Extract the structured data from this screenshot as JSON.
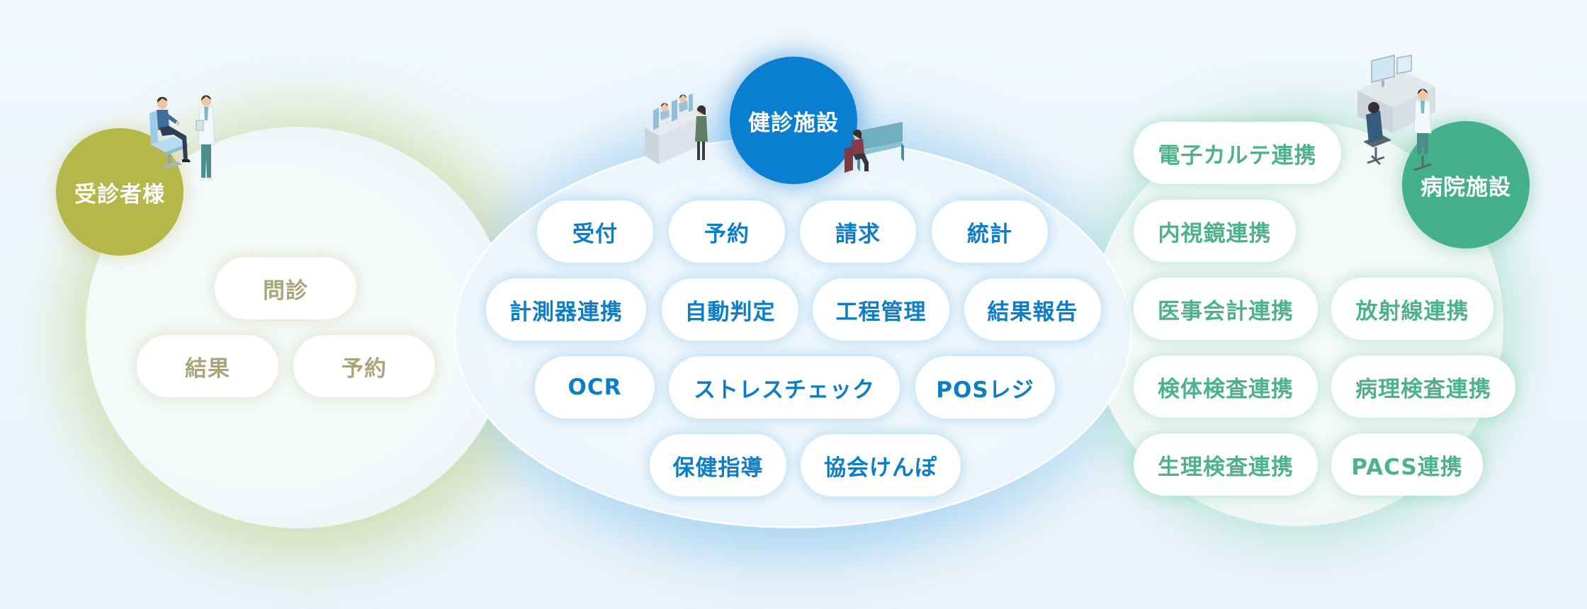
{
  "colors": {
    "background": "#eef5fa",
    "patient_accent": "#b5b74a",
    "patient_text": "#a9a479",
    "checkup_accent": "#0a7ed0",
    "checkup_text": "#0c7dc6",
    "hospital_accent": "#44b08a",
    "hospital_text": "#4db18c"
  },
  "patient": {
    "title": "受診者様",
    "illustration": "patient-and-doctor-icon",
    "items": [
      "問診",
      "結果",
      "予約"
    ]
  },
  "checkup_facility": {
    "title": "健診施設",
    "illustrations": [
      "reception-desk-icon",
      "waiting-bench-icon"
    ],
    "items": [
      "受付",
      "予約",
      "請求",
      "統計",
      "計測器連携",
      "自動判定",
      "工程管理",
      "結果報告",
      "OCR",
      "ストレスチェック",
      "POSレジ",
      "保健指導",
      "協会けんぽ"
    ]
  },
  "hospital_facility": {
    "title": "病院施設",
    "illustration": "doctor-consultation-icon",
    "items": [
      "電子カルテ連携",
      "内視鏡連携",
      "医事会計連携",
      "放射線連携",
      "検体検査連携",
      "病理検査連携",
      "生理検査連携",
      "PACS連携"
    ]
  }
}
